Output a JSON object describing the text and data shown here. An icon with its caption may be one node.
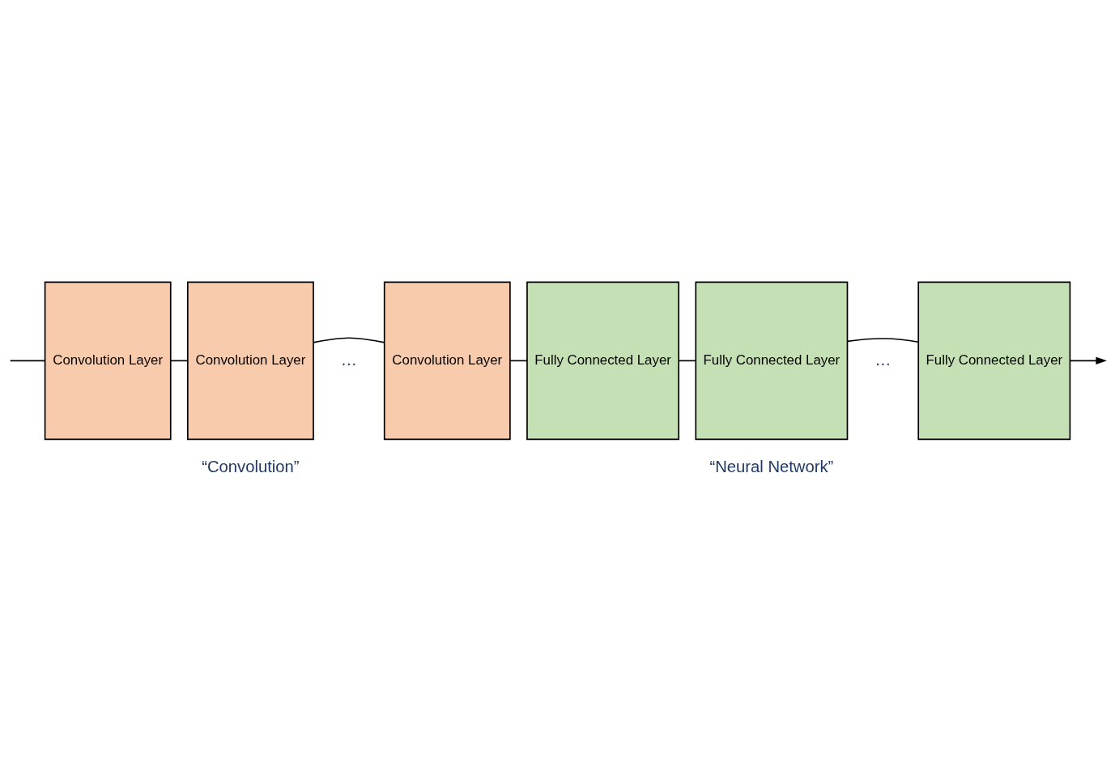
{
  "diagram": {
    "nodes": [
      {
        "text": [
          "Convolution Layer"
        ]
      },
      {
        "text": [
          "Convolution Layer"
        ]
      },
      {
        "text": [
          "Convolution Layer"
        ]
      },
      {
        "text": [
          "Fully Connected Layer"
        ]
      },
      {
        "text": [
          "Fully Connected Layer"
        ]
      },
      {
        "text": [
          "Fully Connected Layer"
        ]
      }
    ],
    "edges": [
      {
        "from": null,
        "to": 0,
        "arrow": "none"
      },
      {
        "from": 0,
        "to": 1,
        "arrow": "none"
      },
      {
        "from": 1,
        "to": 2,
        "arrow": "none"
      },
      {
        "from": 2,
        "to": 3,
        "arrow": "none"
      },
      {
        "from": 3,
        "to": 4,
        "arrow": "none"
      },
      {
        "from": 4,
        "to": 5,
        "arrow": "none"
      },
      {
        "from": 5,
        "to": null,
        "arrow": "to"
      }
    ],
    "labels": [
      "…",
      "…",
      "“Convolution”",
      "“Neural Network”"
    ]
  }
}
